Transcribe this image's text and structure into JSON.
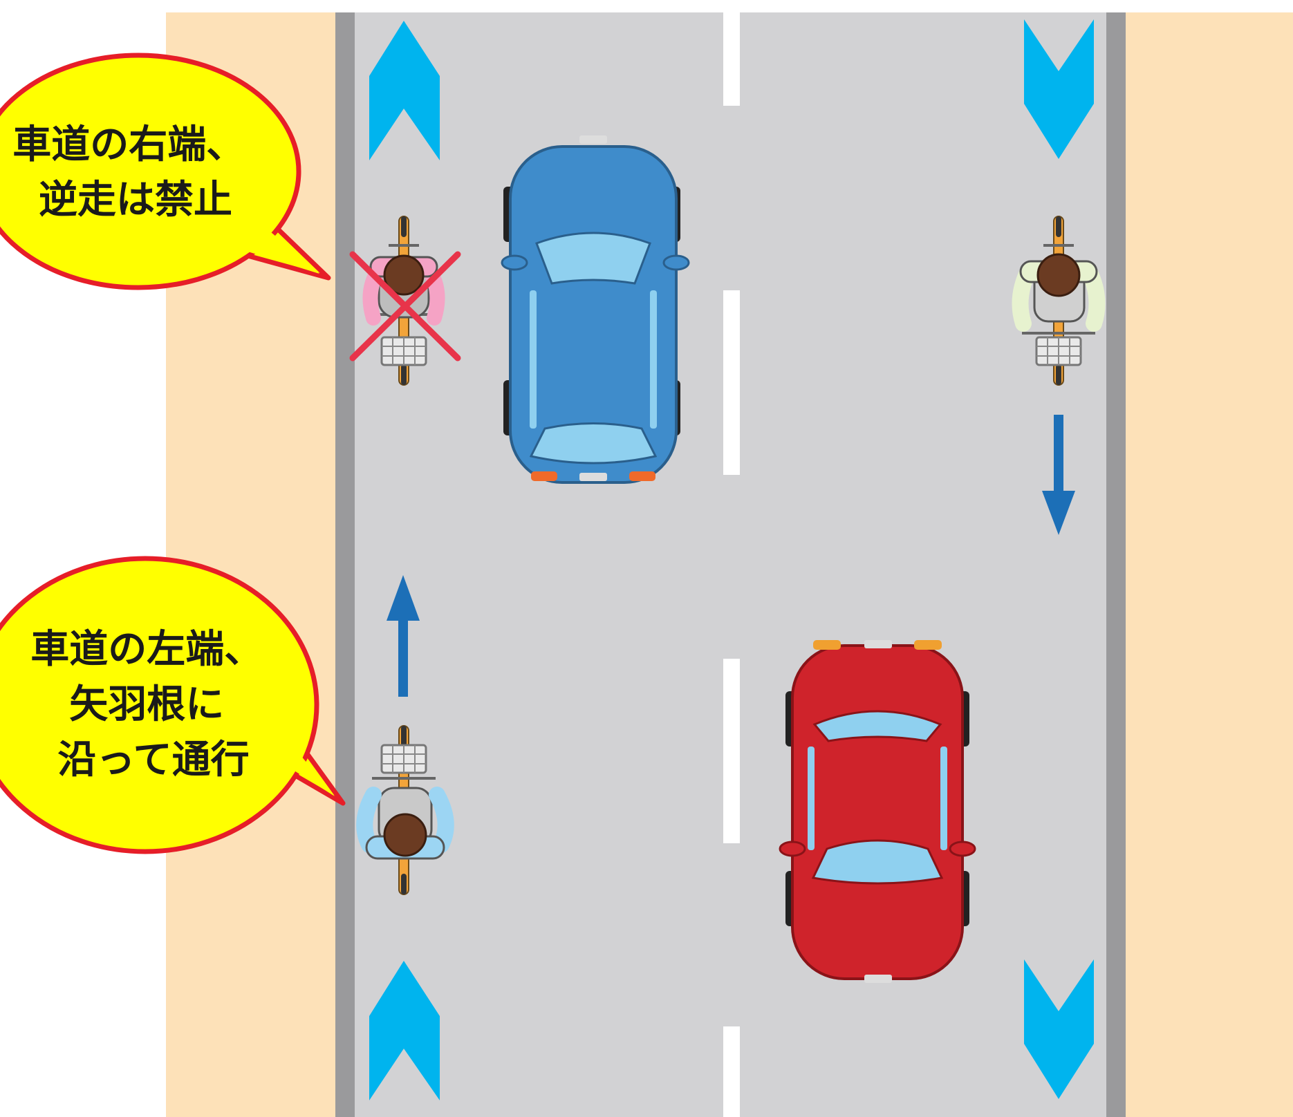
{
  "colors": {
    "sidewalk": "#fde1b8",
    "curb": "#9a9a9c",
    "road": "#d2d2d4",
    "lane_line": "#ffffff",
    "arrow_marking": "#00b4ee",
    "direction_arrow": "#1c6fb7",
    "bubble_fill": "#ffff00",
    "bubble_border": "#e61e28",
    "prohibition_cross": "#e8344a",
    "blue_car": "#3f8ccb",
    "red_car": "#cf232b"
  },
  "bubbles": {
    "wrong": {
      "lines": [
        "車道の右端、",
        "逆走は禁止"
      ]
    },
    "correct": {
      "lines": [
        "車道の左端、",
        "矢羽根に",
        "沿って通行"
      ]
    }
  },
  "icons": {
    "lane_marking": "chevron-arrow-icon",
    "travel_direction": "direction-arrow-icon",
    "prohibited": "x-cross-icon",
    "cyclist": "cyclist-icon",
    "car": "car-icon"
  }
}
